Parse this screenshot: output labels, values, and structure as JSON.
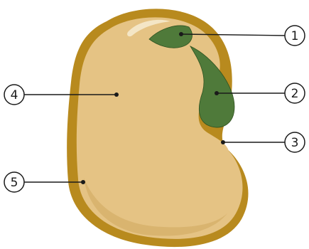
{
  "colors": {
    "seed_coat": "#b88a1e",
    "cotyledon": "#e5c384",
    "cotyledon_shadow": "#d6b06a",
    "embryo": "#4f7a3a",
    "embryo_edge": "#2f5220",
    "highlight": "#f4e6c6",
    "line": "#1a1a1a"
  },
  "callouts": [
    {
      "id": "1",
      "text": "1"
    },
    {
      "id": "2",
      "text": "2"
    },
    {
      "id": "3",
      "text": "3"
    },
    {
      "id": "4",
      "text": "4"
    },
    {
      "id": "5",
      "text": "5"
    }
  ]
}
